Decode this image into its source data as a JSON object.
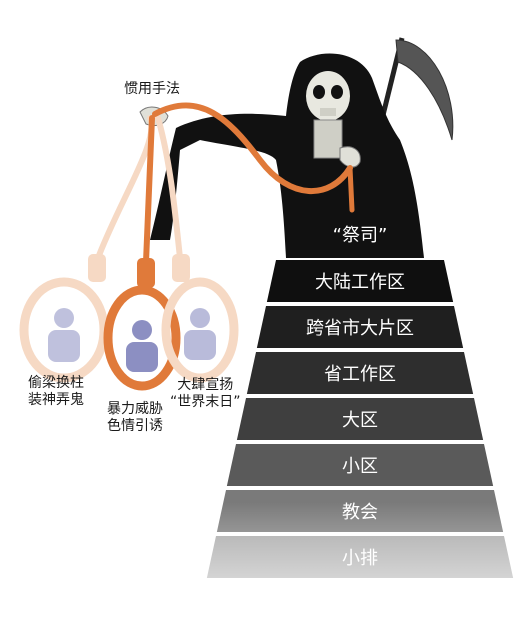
{
  "header_label": "惯用手法",
  "priest_label": "“祭司”",
  "tiers": [
    "大陆工作区",
    "跨省市大片区",
    "省工作区",
    "大区",
    "小区",
    "教会",
    "小排"
  ],
  "nooses": [
    {
      "lines": [
        "偷梁换柱",
        "装神弄鬼"
      ]
    },
    {
      "lines": [
        "暴力威胁",
        "色情引诱"
      ]
    },
    {
      "lines": [
        "大肆宣扬",
        "“世界末日”"
      ]
    }
  ],
  "colors": {
    "robe": "#111111",
    "rope_orange": "#e07a3a",
    "rope_light": "#f6d9c4",
    "figure": "#8c8fc2"
  }
}
